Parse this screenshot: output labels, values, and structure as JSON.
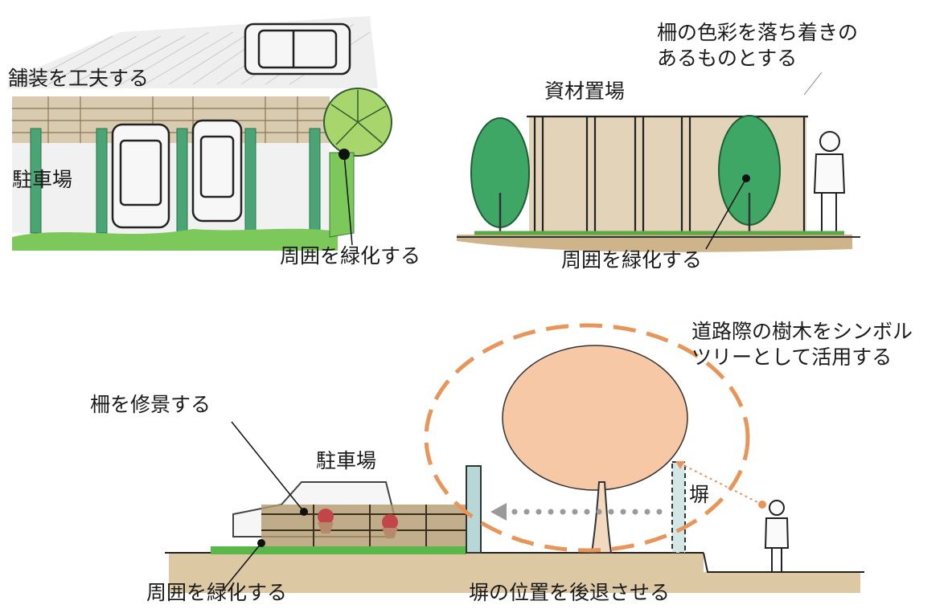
{
  "panel_top_left": {
    "paving_label": "舗装を工夫する",
    "parking_label": "駐車場",
    "greening_label": "周囲を緑化する"
  },
  "panel_top_right": {
    "fence_color_line1": "柵の色彩を落ち着きの",
    "fence_color_line2": "あるものとする",
    "materials_yard_label": "資材置場",
    "greening_label": "周囲を緑化する"
  },
  "panel_bottom": {
    "symbol_tree_line1": "道路際の樹木をシンボル",
    "symbol_tree_line2": "ツリーとして活用する",
    "fence_landscape_label": "柵を修景する",
    "parking_label": "駐車場",
    "wall_label": "塀",
    "greening_label": "周囲を緑化する",
    "wall_setback_label": "塀の位置を後退させる"
  },
  "colors": {
    "greenery": "#5cb85c",
    "dark_green": "#2e8b57",
    "fence_brown": "#b9a27a",
    "ground_tan": "#cdb48a",
    "tree_orange": "#f5b995",
    "dashed_orange": "#e8955a",
    "arrow_gray": "#9a9a9a",
    "wall_blue": "#b8d8d8"
  }
}
